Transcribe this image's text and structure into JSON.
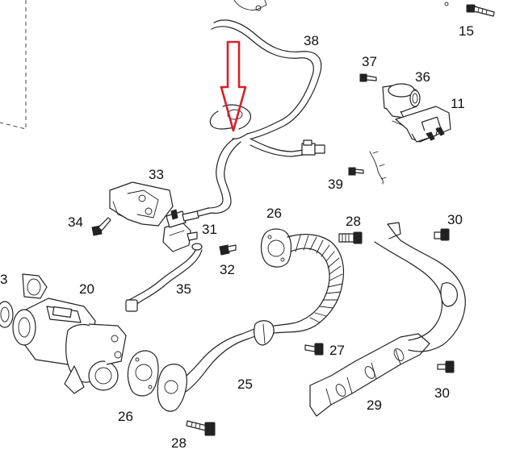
{
  "callouts": [
    {
      "id": "c15",
      "label": "15"
    },
    {
      "id": "c38",
      "label": "38"
    },
    {
      "id": "c37",
      "label": "37"
    },
    {
      "id": "c36",
      "label": "36"
    },
    {
      "id": "c11",
      "label": "11"
    },
    {
      "id": "c39",
      "label": "39"
    },
    {
      "id": "c33",
      "label": "33"
    },
    {
      "id": "c34",
      "label": "34"
    },
    {
      "id": "c31",
      "label": "31"
    },
    {
      "id": "c26a",
      "label": "26"
    },
    {
      "id": "c28a",
      "label": "28"
    },
    {
      "id": "c30a",
      "label": "30"
    },
    {
      "id": "c32",
      "label": "32"
    },
    {
      "id": "c20",
      "label": "20"
    },
    {
      "id": "c35",
      "label": "35"
    },
    {
      "id": "c3",
      "label": "3"
    },
    {
      "id": "c27",
      "label": "27"
    },
    {
      "id": "c25",
      "label": "25"
    },
    {
      "id": "c26b",
      "label": "26"
    },
    {
      "id": "c29",
      "label": "29"
    },
    {
      "id": "c30b",
      "label": "30"
    },
    {
      "id": "c28b",
      "label": "28"
    }
  ],
  "highlight": {
    "target_part": "38",
    "arrow_color": "#d8202a"
  }
}
